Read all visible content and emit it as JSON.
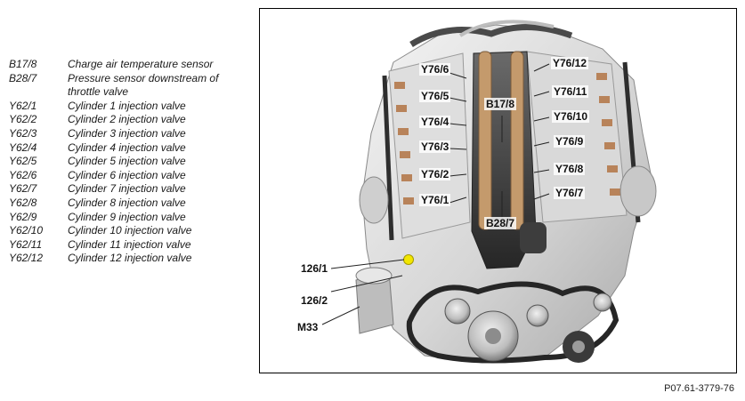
{
  "legend": [
    {
      "code": "B17/8",
      "desc": "Charge air temperature sensor"
    },
    {
      "code": "B28/7",
      "desc": "Pressure sensor downstream of throttle valve"
    },
    {
      "code": "Y62/1",
      "desc": "Cylinder 1 injection valve"
    },
    {
      "code": "Y62/2",
      "desc": "Cylinder 2 injection valve"
    },
    {
      "code": "Y62/3",
      "desc": "Cylinder 3 injection valve"
    },
    {
      "code": "Y62/4",
      "desc": "Cylinder 4 injection valve"
    },
    {
      "code": "Y62/5",
      "desc": "Cylinder 5 injection valve"
    },
    {
      "code": "Y62/6",
      "desc": "Cylinder 6 injection valve"
    },
    {
      "code": "Y62/7",
      "desc": "Cylinder 7 injection valve"
    },
    {
      "code": "Y62/8",
      "desc": "Cylinder 8 injection valve"
    },
    {
      "code": "Y62/9",
      "desc": "Cylinder 9 injection valve"
    },
    {
      "code": "Y62/10",
      "desc": "Cylinder 10 injection valve"
    },
    {
      "code": "Y62/11",
      "desc": "Cylinder 11 injection valve"
    },
    {
      "code": "Y62/12",
      "desc": "Cylinder 12 injection valve"
    }
  ],
  "callouts": {
    "y76_6": "Y76/6",
    "y76_5": "Y76/5",
    "y76_4": "Y76/4",
    "y76_3": "Y76/3",
    "y76_2": "Y76/2",
    "y76_1": "Y76/1",
    "y76_12": "Y76/12",
    "y76_11": "Y76/11",
    "y76_10": "Y76/10",
    "y76_9": "Y76/9",
    "y76_8": "Y76/8",
    "y76_7": "Y76/7",
    "b17_8": "B17/8",
    "b28_7": "B28/7",
    "c126_1": "126/1",
    "c126_2": "126/2",
    "m33": "M33"
  },
  "reference": "P07.61-3779-76",
  "colors": {
    "engine_light": "#e9e9e9",
    "engine_mid": "#b9b9b9",
    "engine_dark": "#3a3a3a",
    "highlight": "#f2e600",
    "injector": "#b8835a"
  }
}
